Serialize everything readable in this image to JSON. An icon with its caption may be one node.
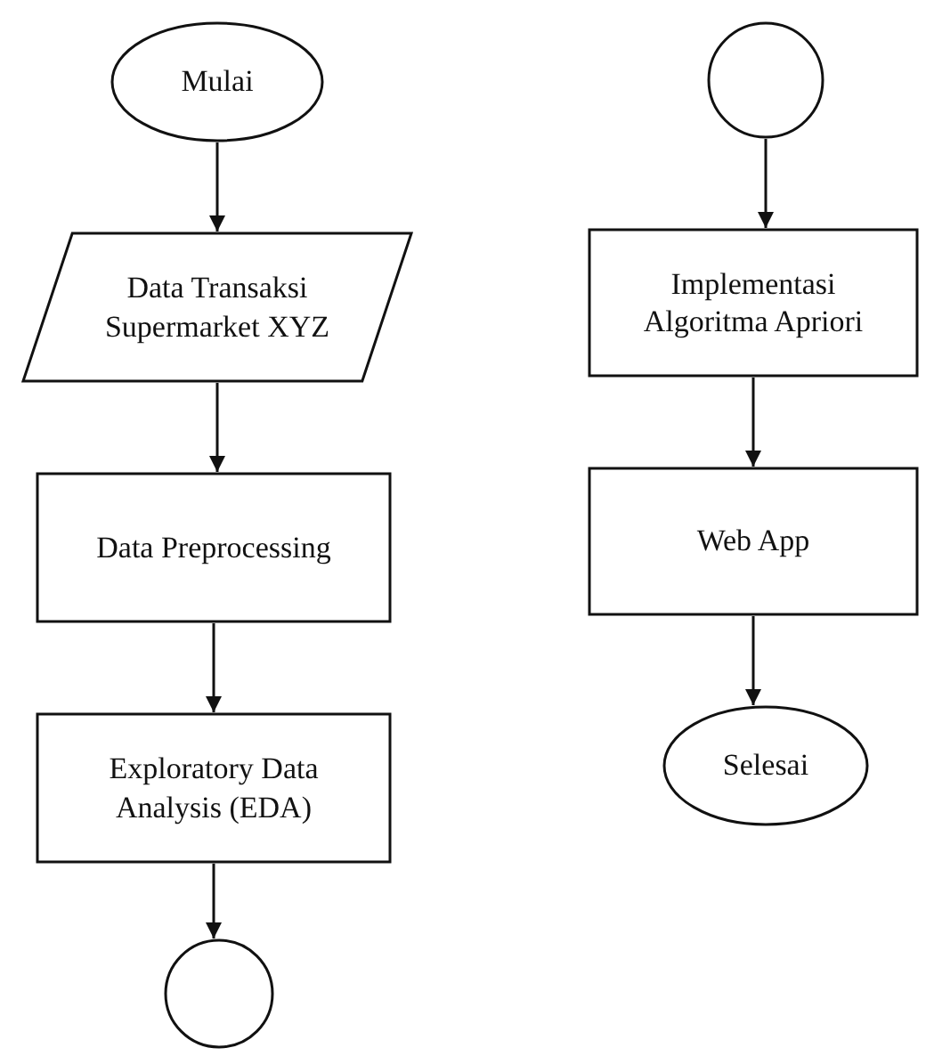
{
  "diagram": {
    "nodes": [
      {
        "text": [
          "Mulai"
        ]
      },
      {
        "text": [
          "Data Transaksi Supermarket XYZ"
        ]
      },
      {
        "text": [
          "Data Preprocessing"
        ]
      },
      {
        "text": [
          "Exploratory Data Analysis (EDA)"
        ]
      },
      {
        "text": [],
        "shape": "circle"
      },
      {
        "text": [],
        "shape": "circle"
      },
      {
        "text": [
          "Implementasi Algoritma Apriori"
        ]
      },
      {
        "text": [
          "Web App"
        ]
      },
      {
        "text": [
          "Selesai"
        ]
      }
    ],
    "edges": [
      {
        "from": 0,
        "to": 1,
        "arrow": "to"
      },
      {
        "from": 1,
        "to": 2,
        "arrow": "to"
      },
      {
        "from": 2,
        "to": 3,
        "arrow": "to"
      },
      {
        "from": 3,
        "to": 4,
        "arrow": "to"
      },
      {
        "from": 5,
        "to": 6,
        "arrow": "to"
      },
      {
        "from": 6,
        "to": 7,
        "arrow": "to"
      },
      {
        "from": 7,
        "to": 8,
        "arrow": "to"
      }
    ]
  }
}
